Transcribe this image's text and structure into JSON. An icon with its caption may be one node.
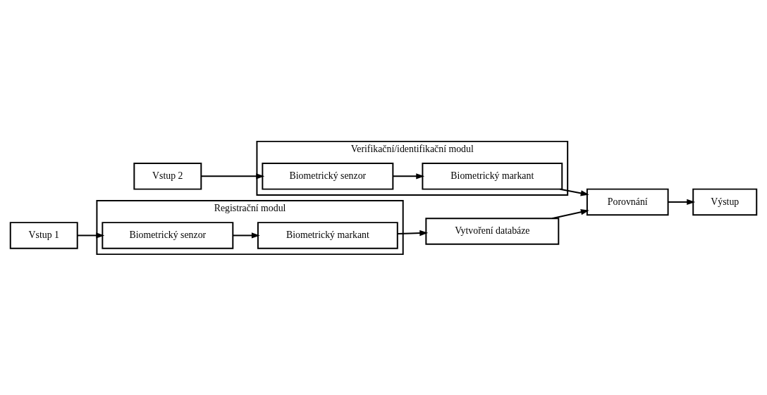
{
  "diagram": {
    "nodes": [
      {
        "text": [
          "Registrační modul"
        ]
      },
      {
        "text": [
          "Vstup 1"
        ]
      },
      {
        "text": [
          "Biometrický senzor"
        ],
        "in": 0
      },
      {
        "text": [
          "Biometrický markant"
        ],
        "in": 0
      },
      {
        "text": [
          "Vytvoření databáze"
        ]
      },
      {
        "text": [
          "Verifikační/identifikační modul"
        ]
      },
      {
        "text": [
          "Vstup 2"
        ]
      },
      {
        "text": [
          "Biometrický senzor"
        ],
        "in": 5
      },
      {
        "text": [
          "Biometrický markant"
        ],
        "in": 5
      },
      {
        "text": [
          "Porovnání"
        ]
      },
      {
        "text": [
          "Výstup"
        ]
      }
    ],
    "edges": [
      {
        "from": 1,
        "to": 2,
        "arrow": "to"
      },
      {
        "from": 2,
        "to": 3,
        "arrow": "to"
      },
      {
        "from": 3,
        "to": 4,
        "arrow": "to"
      },
      {
        "from": 4,
        "to": 9,
        "arrow": "to"
      },
      {
        "from": 6,
        "to": 7,
        "arrow": "to"
      },
      {
        "from": 7,
        "to": 8,
        "arrow": "to"
      },
      {
        "from": 8,
        "to": 9,
        "arrow": "to"
      },
      {
        "from": 9,
        "to": 10,
        "arrow": "to"
      }
    ]
  }
}
